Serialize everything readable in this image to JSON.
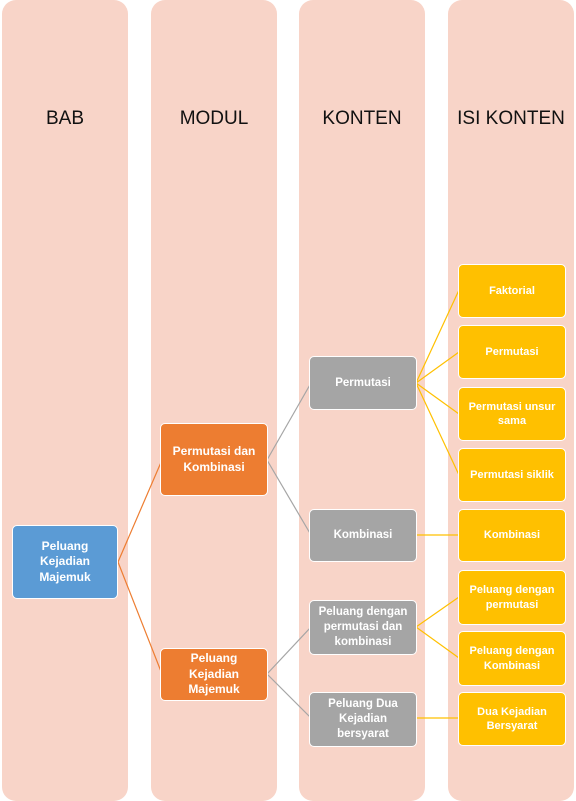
{
  "columns": {
    "bab": "BAB",
    "modul": "MODUL",
    "konten": "KONTEN",
    "isi_konten": "ISI KONTEN"
  },
  "colors": {
    "column_bg": "#f8d4c8",
    "level0": "#5b9bd5",
    "level1": "#ed7d31",
    "level2": "#a5a5a5",
    "level3": "#ffc000",
    "connector_orange": "#ed7d31",
    "connector_gray": "#a5a5a5",
    "connector_gold": "#ffc000"
  },
  "tree": {
    "bab": "Peluang Kejadian Majemuk",
    "modul": [
      "Permutasi dan Kombinasi",
      "Peluang Kejadian Majemuk"
    ],
    "konten": [
      "Permutasi",
      "Kombinasi",
      "Peluang dengan permutasi dan kombinasi",
      "Peluang Dua Kejadian bersyarat"
    ],
    "isi": [
      "Faktorial",
      "Permutasi",
      "Permutasi unsur sama",
      "Permutasi siklik",
      "Kombinasi",
      "Peluang dengan permutasi",
      "Peluang dengan Kombinasi",
      "Dua Kejadian Bersyarat"
    ]
  }
}
